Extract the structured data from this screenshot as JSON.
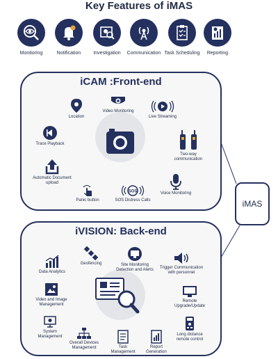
{
  "title": "Key Features of iMAS",
  "features": [
    {
      "label": "Monitoring",
      "icon": "eye-icon"
    },
    {
      "label": "Notification",
      "icon": "bell-icon"
    },
    {
      "label": "Investigation",
      "icon": "investigation-icon"
    },
    {
      "label": "Communication",
      "icon": "radio-tower-icon"
    },
    {
      "label": "Task Scheduling",
      "icon": "clipboard-icon"
    },
    {
      "label": "Reporting",
      "icon": "report-icon"
    }
  ],
  "icam": {
    "title": "iCAM :Front-end",
    "items": [
      {
        "label": "Location",
        "icon": "location-pin-icon"
      },
      {
        "label": "Video Monitoring",
        "icon": "cctv-camera-icon"
      },
      {
        "label": "Live Streaming",
        "icon": "live-stream-icon"
      },
      {
        "label": "Trace Playback",
        "icon": "playback-icon"
      },
      {
        "label": "Two-way communication",
        "icon": "walkie-talkie-icon"
      },
      {
        "label": "Automatic Document upload",
        "icon": "upload-icon"
      },
      {
        "label": "Panic button",
        "icon": "touch-icon"
      },
      {
        "label": "SOS Distress Calls",
        "icon": "sos-icon"
      },
      {
        "label": "Voice Monitoring",
        "icon": "microphone-icon"
      }
    ]
  },
  "imas_label": "iMAS",
  "ivision": {
    "title": "iVISION: Back-end",
    "items": [
      {
        "label": "Geofencing",
        "icon": "satellite-icon"
      },
      {
        "label": "Site Monitoring Detection and Alerts",
        "icon": "site-monitor-icon"
      },
      {
        "label": "Data Analytics",
        "icon": "bar-chart-icon"
      },
      {
        "label": "Trigger Communication with personnel",
        "icon": "speaker-icon"
      },
      {
        "label": "Video and Image Management",
        "icon": "image-icon"
      },
      {
        "label": "Remote Upgrade/Update",
        "icon": "monitor-icon"
      },
      {
        "label": "System Management",
        "icon": "system-icon"
      },
      {
        "label": "Long distance remote control",
        "icon": "remote-icon"
      },
      {
        "label": "Overall Devices Management",
        "icon": "network-icon"
      },
      {
        "label": "Task Management",
        "icon": "task-doc-icon"
      },
      {
        "label": "Report Generation",
        "icon": "report-doc-icon"
      }
    ]
  },
  "colors": {
    "navy": "#24305e",
    "panel": "#f7f7f7",
    "circle": "#e3e5e8"
  }
}
